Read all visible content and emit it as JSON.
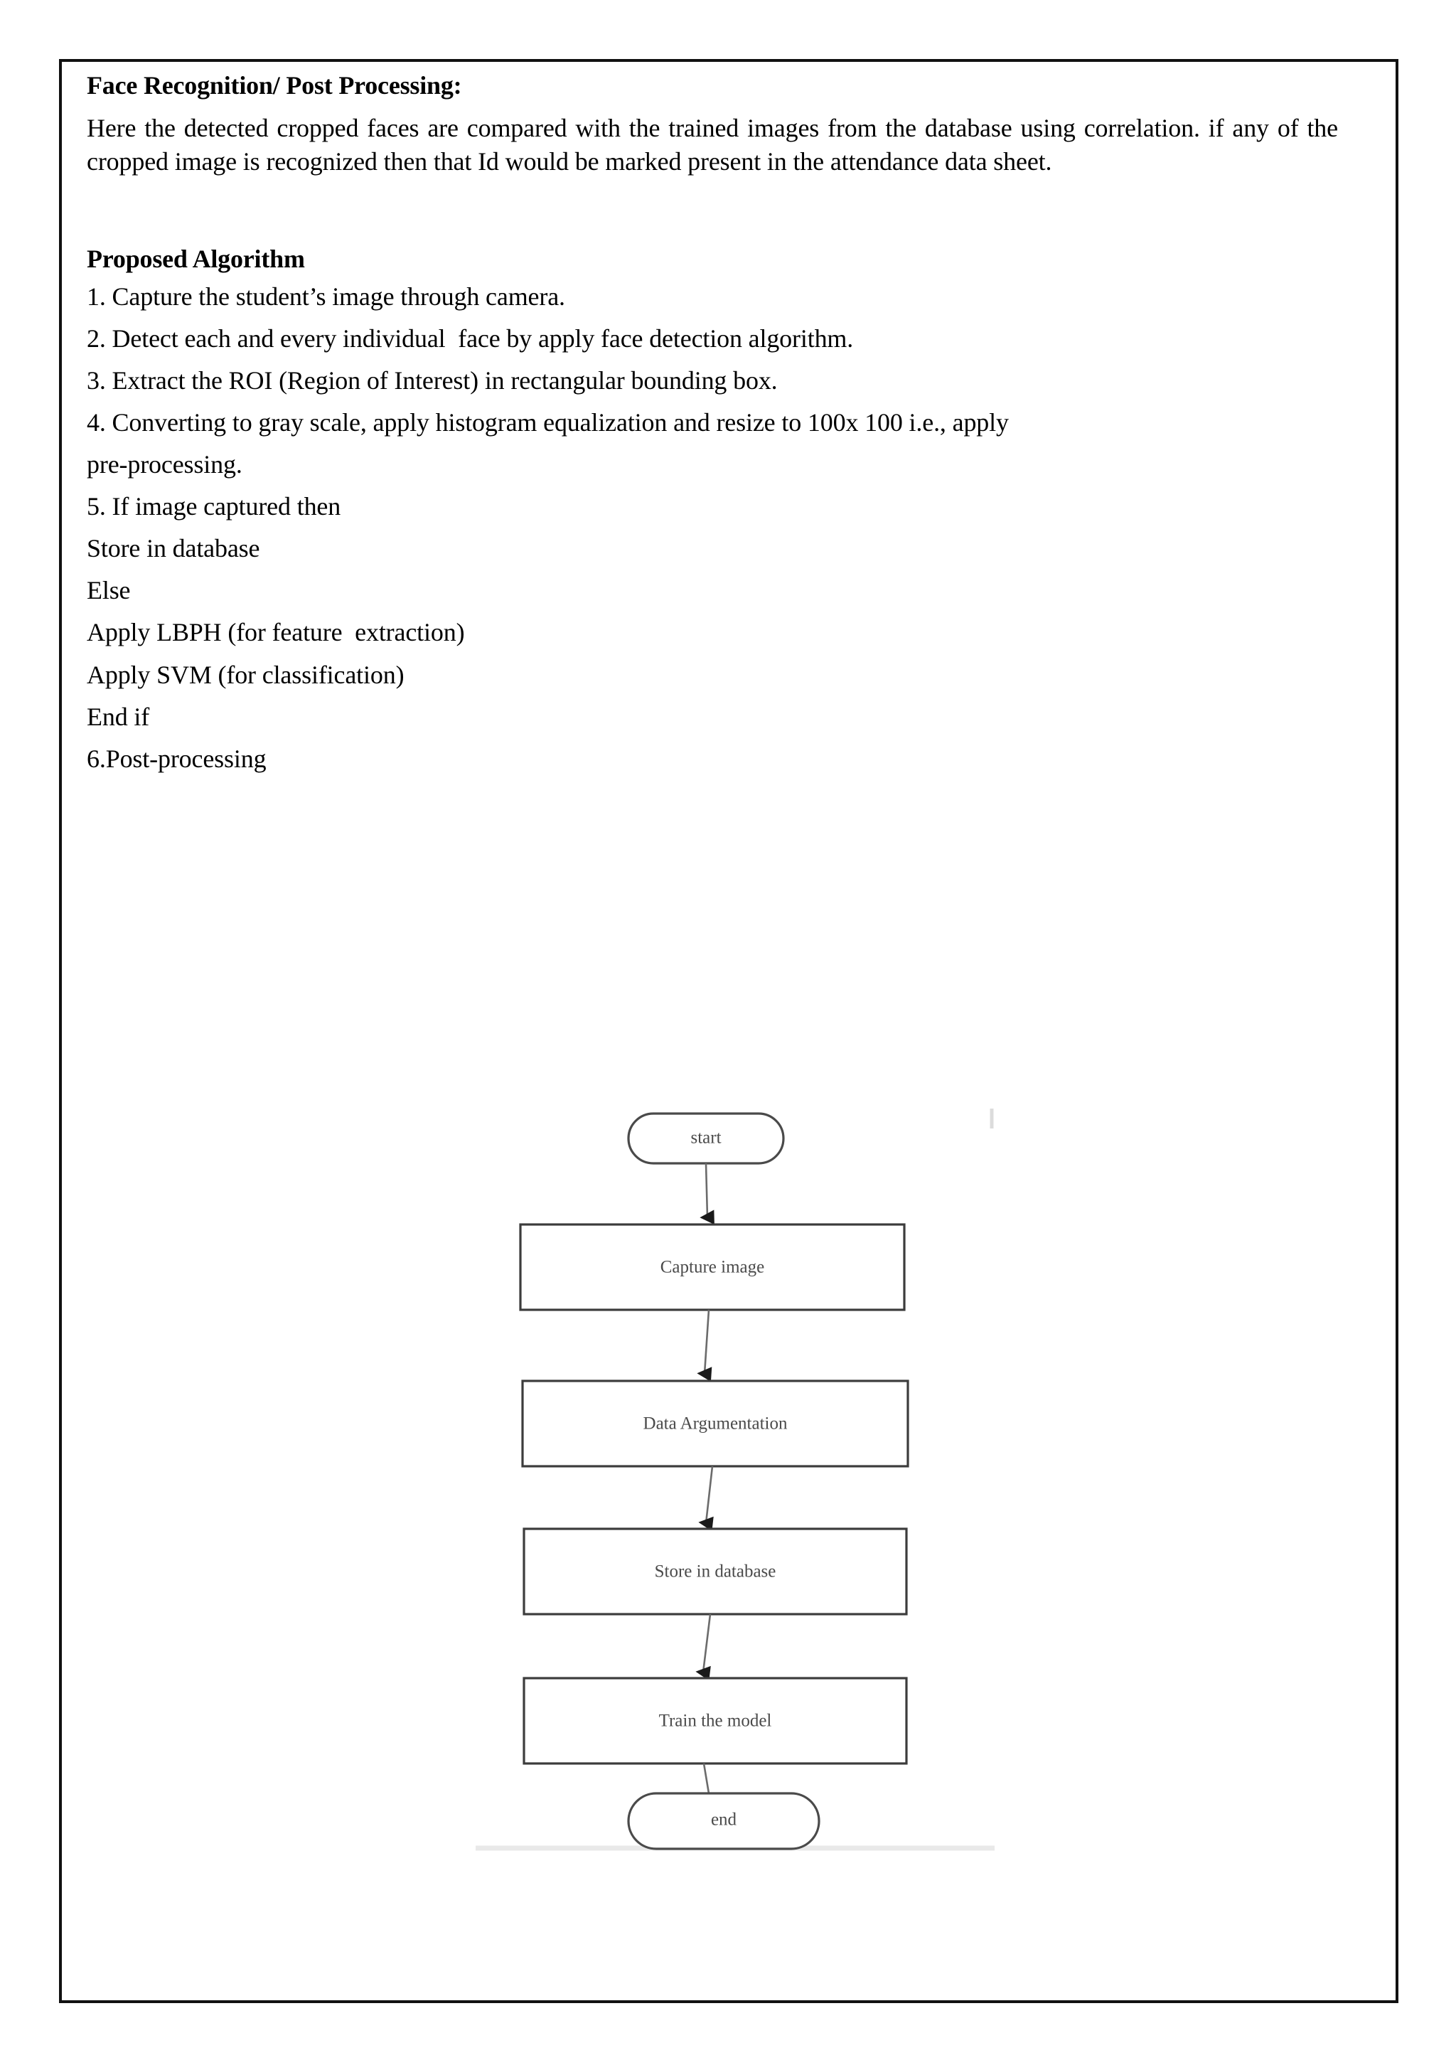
{
  "document": {
    "section_heading": "Face Recognition/ Post Processing:",
    "intro_paragraph": "Here the detected cropped faces are compared with the trained images from the database using correlation. if any of the cropped image is recognized then that Id would be marked present in the attendance data sheet.",
    "algorithm_heading": "Proposed Algorithm",
    "steps": [
      "1. Capture the student’s image through camera.",
      "2. Detect each and every individual  face by apply face detection algorithm.",
      "3. Extract the ROI (Region of Interest) in rectangular bounding box.",
      "4. Converting to gray scale, apply histogram equalization and resize to 100x 100 i.e., apply",
      "pre-processing.",
      "5. If image captured then",
      "Store in database",
      "Else",
      "Apply LBPH (for feature  extraction)",
      "Apply SVM (for classification)",
      "End if",
      "6.Post-processing"
    ]
  },
  "flowchart": {
    "title": "",
    "nodes": [
      {
        "id": "start",
        "label": "start",
        "shape": "terminator"
      },
      {
        "id": "n1",
        "label": "Capture image",
        "shape": "process"
      },
      {
        "id": "n2",
        "label": "Data Argumentation",
        "shape": "process"
      },
      {
        "id": "n3",
        "label": "Store in database",
        "shape": "process"
      },
      {
        "id": "n4",
        "label": "Train the model",
        "shape": "process"
      },
      {
        "id": "end",
        "label": "end",
        "shape": "terminator"
      }
    ],
    "edges": [
      {
        "from": "start",
        "to": "n1"
      },
      {
        "from": "n1",
        "to": "n2"
      },
      {
        "from": "n2",
        "to": "n3"
      },
      {
        "from": "n3",
        "to": "n4"
      },
      {
        "from": "n4",
        "to": "end"
      }
    ]
  },
  "colors": {
    "page_border": "#111111",
    "text": "#000000",
    "flow_box_stroke": "#3c3c3c",
    "flow_label": "#4a4a4a",
    "flow_line": "#6b6b6b",
    "faint_rule": "#e9e9e9"
  }
}
